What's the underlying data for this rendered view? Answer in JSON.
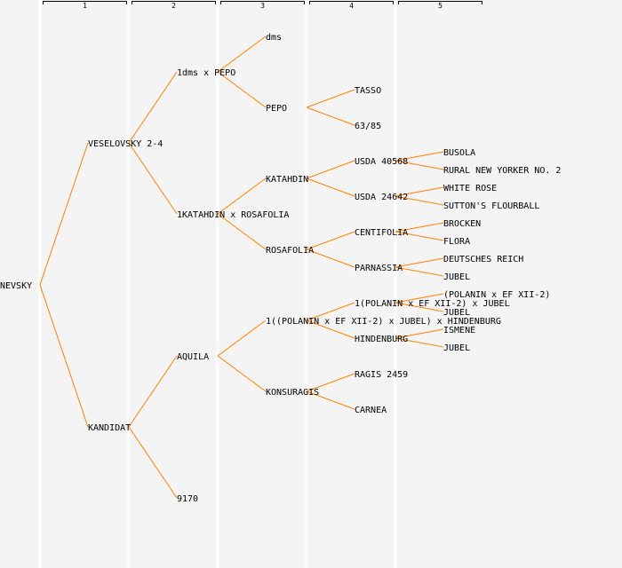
{
  "header": {
    "columns": [
      "1",
      "2",
      "3",
      "4",
      "5"
    ]
  },
  "colors": {
    "line": "#ff8000",
    "text": "#000000",
    "highlight": "#0000ff",
    "background": "#f4f4f4",
    "separator": "#ffffff"
  },
  "tree": {
    "label": "NEVSKY",
    "children": [
      {
        "label": "VESELOVSKY 2-4",
        "children": [
          {
            "label": "1dms x PEPO",
            "children": [
              {
                "label": "dms",
                "children": []
              },
              {
                "label": "PEPO",
                "highlight": true,
                "children": [
                  {
                    "label": "TASSO",
                    "children": []
                  },
                  {
                    "label": "63/85",
                    "children": []
                  }
                ]
              }
            ]
          },
          {
            "label": "1KATAHDIN x ROSAFOLIA",
            "children": [
              {
                "label": "KATAHDIN",
                "children": [
                  {
                    "label": "USDA 40568",
                    "children": [
                      {
                        "label": "BUSOLA",
                        "children": []
                      },
                      {
                        "label": "RURAL NEW YORKER NO. 2",
                        "children": []
                      }
                    ]
                  },
                  {
                    "label": "USDA 24642",
                    "children": [
                      {
                        "label": "WHITE ROSE",
                        "children": []
                      },
                      {
                        "label": "SUTTON'S FLOURBALL",
                        "children": []
                      }
                    ]
                  }
                ]
              },
              {
                "label": "ROSAFOLIA",
                "children": [
                  {
                    "label": "CENTIFOLIA",
                    "children": [
                      {
                        "label": "BROCKEN",
                        "children": []
                      },
                      {
                        "label": "FLORA",
                        "children": []
                      }
                    ]
                  },
                  {
                    "label": "PARNASSIA",
                    "children": [
                      {
                        "label": "DEUTSCHES REICH",
                        "children": []
                      },
                      {
                        "label": "JUBEL",
                        "children": []
                      }
                    ]
                  }
                ]
              }
            ]
          }
        ]
      },
      {
        "label": "KANDIDAT",
        "children": [
          {
            "label": "AQUILA",
            "children": [
              {
                "label": "1((POLANIN x EF XII-2) x JUBEL) x HINDENBURG",
                "children": [
                  {
                    "label": "1(POLANIN x EF XII-2) x JUBEL",
                    "children": [
                      {
                        "label": "(POLANIN x EF XII-2)",
                        "children": []
                      },
                      {
                        "label": "JUBEL",
                        "children": []
                      }
                    ]
                  },
                  {
                    "label": "HINDENBURG",
                    "children": [
                      {
                        "label": "ISMENE",
                        "children": []
                      },
                      {
                        "label": "JUBEL",
                        "children": []
                      }
                    ]
                  }
                ]
              },
              {
                "label": "KONSURAGIS",
                "children": [
                  {
                    "label": "RAGIS 2459",
                    "children": []
                  },
                  {
                    "label": "CARNEA",
                    "children": []
                  }
                ]
              }
            ]
          },
          {
            "label": "9170",
            "children": []
          }
        ]
      }
    ]
  }
}
